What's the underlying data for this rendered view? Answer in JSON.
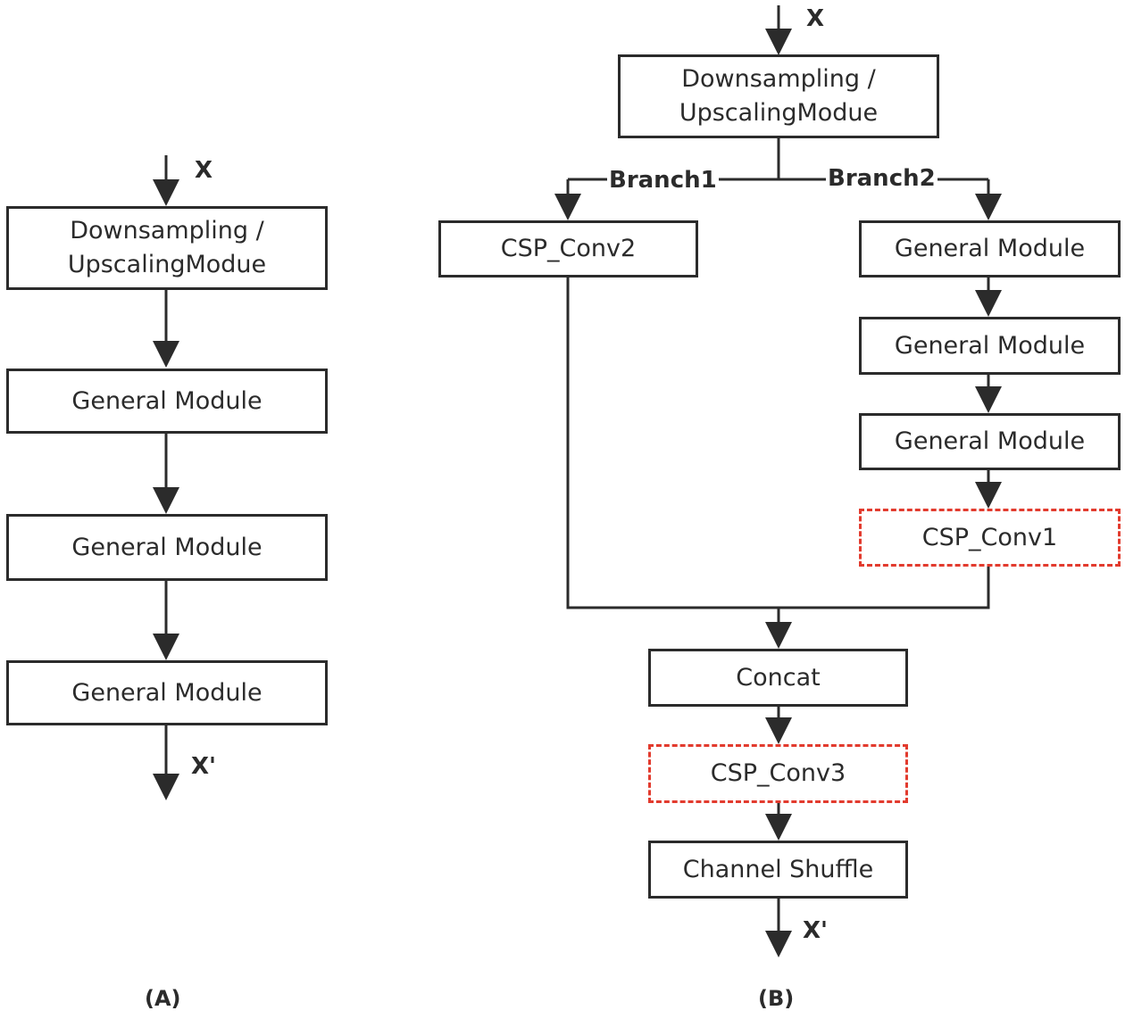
{
  "diagram_a": {
    "input_label": "X",
    "output_label": "X'",
    "caption": "(A)",
    "downsample_line1": "Downsampling /",
    "downsample_line2": "UpscalingModue",
    "modules": [
      "General Module",
      "General Module",
      "General Module"
    ]
  },
  "diagram_b": {
    "input_label": "X",
    "output_label": "X'",
    "caption": "(B)",
    "downsample_line1": "Downsampling /",
    "downsample_line2": "UpscalingModue",
    "branch1_label": "Branch1",
    "branch2_label": "Branch2",
    "csp_conv2": "CSP_Conv2",
    "modules": [
      "General Module",
      "General Module",
      "General Module"
    ],
    "csp_conv1": "CSP_Conv1",
    "concat": "Concat",
    "csp_conv3": "CSP_Conv3",
    "channel_shuffle": "Channel Shuffle"
  },
  "colors": {
    "line": "#2b2b2b",
    "dashed_border": "#e23b2e",
    "background": "#ffffff"
  }
}
